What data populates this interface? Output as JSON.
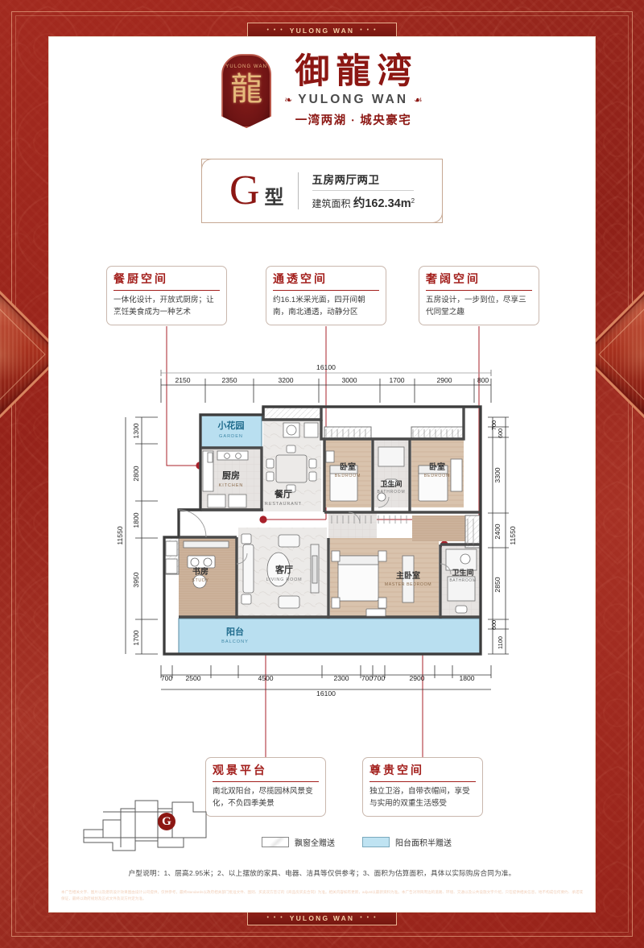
{
  "frame": {
    "banner_text": "YULONG WAN",
    "banner_dots": "• • •",
    "accent_red": "#8c1713",
    "frame_red": "#9e2b20",
    "gold": "#f6cfa6"
  },
  "brand": {
    "emblem_text": "YULONG WAN",
    "dragon_glyph": "龍",
    "name_cn": "御龍湾",
    "name_en": "YULONG WAN",
    "curl_left": "❧",
    "curl_right": "☙",
    "tagline": "一湾两湖 · 城央豪宅"
  },
  "type_header": {
    "letter": "G",
    "letter_suffix": "型",
    "rooms": "五房两厅两卫",
    "area_label": "建筑面积",
    "area_value": "约162.34m",
    "area_sup": "2"
  },
  "callouts": [
    {
      "title": "餐厨空间",
      "body": "一体化设计，开放式厨房；让烹饪美食成为一种艺术"
    },
    {
      "title": "通透空间",
      "body": "约16.1米采光面，四开间朝南，南北通透，动静分区"
    },
    {
      "title": "奢阔空间",
      "body": "五房设计，一步到位，尽享三代同堂之趣"
    },
    {
      "title": "观景平台",
      "body": "南北双阳台，尽揽园林风景变化，不负四季美景"
    },
    {
      "title": "尊贵空间",
      "body": "独立卫浴，自带衣帽间，享受与实用的双重生活感受"
    }
  ],
  "plan": {
    "total_width": "16100",
    "total_height": "11550",
    "dims_top": [
      "2150",
      "2350",
      "3200",
      "3000",
      "1700",
      "2900",
      "800"
    ],
    "dims_bottom": [
      "700",
      "2500",
      "4500",
      "2300",
      "700",
      "700",
      "2900",
      "1800"
    ],
    "dims_left": [
      "1300",
      "2800",
      "1800",
      "3950",
      "1700"
    ],
    "dims_right": [
      "700",
      "600",
      "3300",
      "2400",
      "2850",
      "600",
      "1100"
    ],
    "rooms": [
      {
        "cn": "小花园",
        "en": "GARDEN"
      },
      {
        "cn": "厨房",
        "en": "KITCHEN"
      },
      {
        "cn": "餐厅",
        "en": "RESTAURANT"
      },
      {
        "cn": "卧室",
        "en": "BEDROOM"
      },
      {
        "cn": "卫生间",
        "en": "BATHROOM"
      },
      {
        "cn": "卧室",
        "en": "BEDROOM"
      },
      {
        "cn": "书房",
        "en": "STUDY"
      },
      {
        "cn": "客厅",
        "en": "LIVING ROOM"
      },
      {
        "cn": "主卧室",
        "en": "MASTER BEDROOM"
      },
      {
        "cn": "卫生间",
        "en": "BATHROOM"
      },
      {
        "cn": "阳台",
        "en": "BALCONY"
      }
    ]
  },
  "legend": [
    {
      "label": "飘窗全赠送",
      "swatch": "bay"
    },
    {
      "label": "阳台面积半赠送",
      "swatch": "bal"
    }
  ],
  "keyplan": {
    "badge": "G"
  },
  "note": "户型说明：1、层高2.95米；2、以上摆放的家具、电器、洁具等仅供参考；3、面积为估算面积，具体以实际购房合同为准。",
  "fineprint": "本广告相关文字、图片以及建筑设计效果图由设计公司提供，仅供参考，最终standards以政府相关部门批准文件、图则、买卖双方签订的《商品房买卖合同》为准。相关内容如有更新，adjust以最新资料为准。本广告对项目周边的道路、环境、交通以及公共设施文字介绍，只在提供相关信息，地不构成任何要约、承诺或保证，最终以政府规划及正式文件及双方约定为准。"
}
